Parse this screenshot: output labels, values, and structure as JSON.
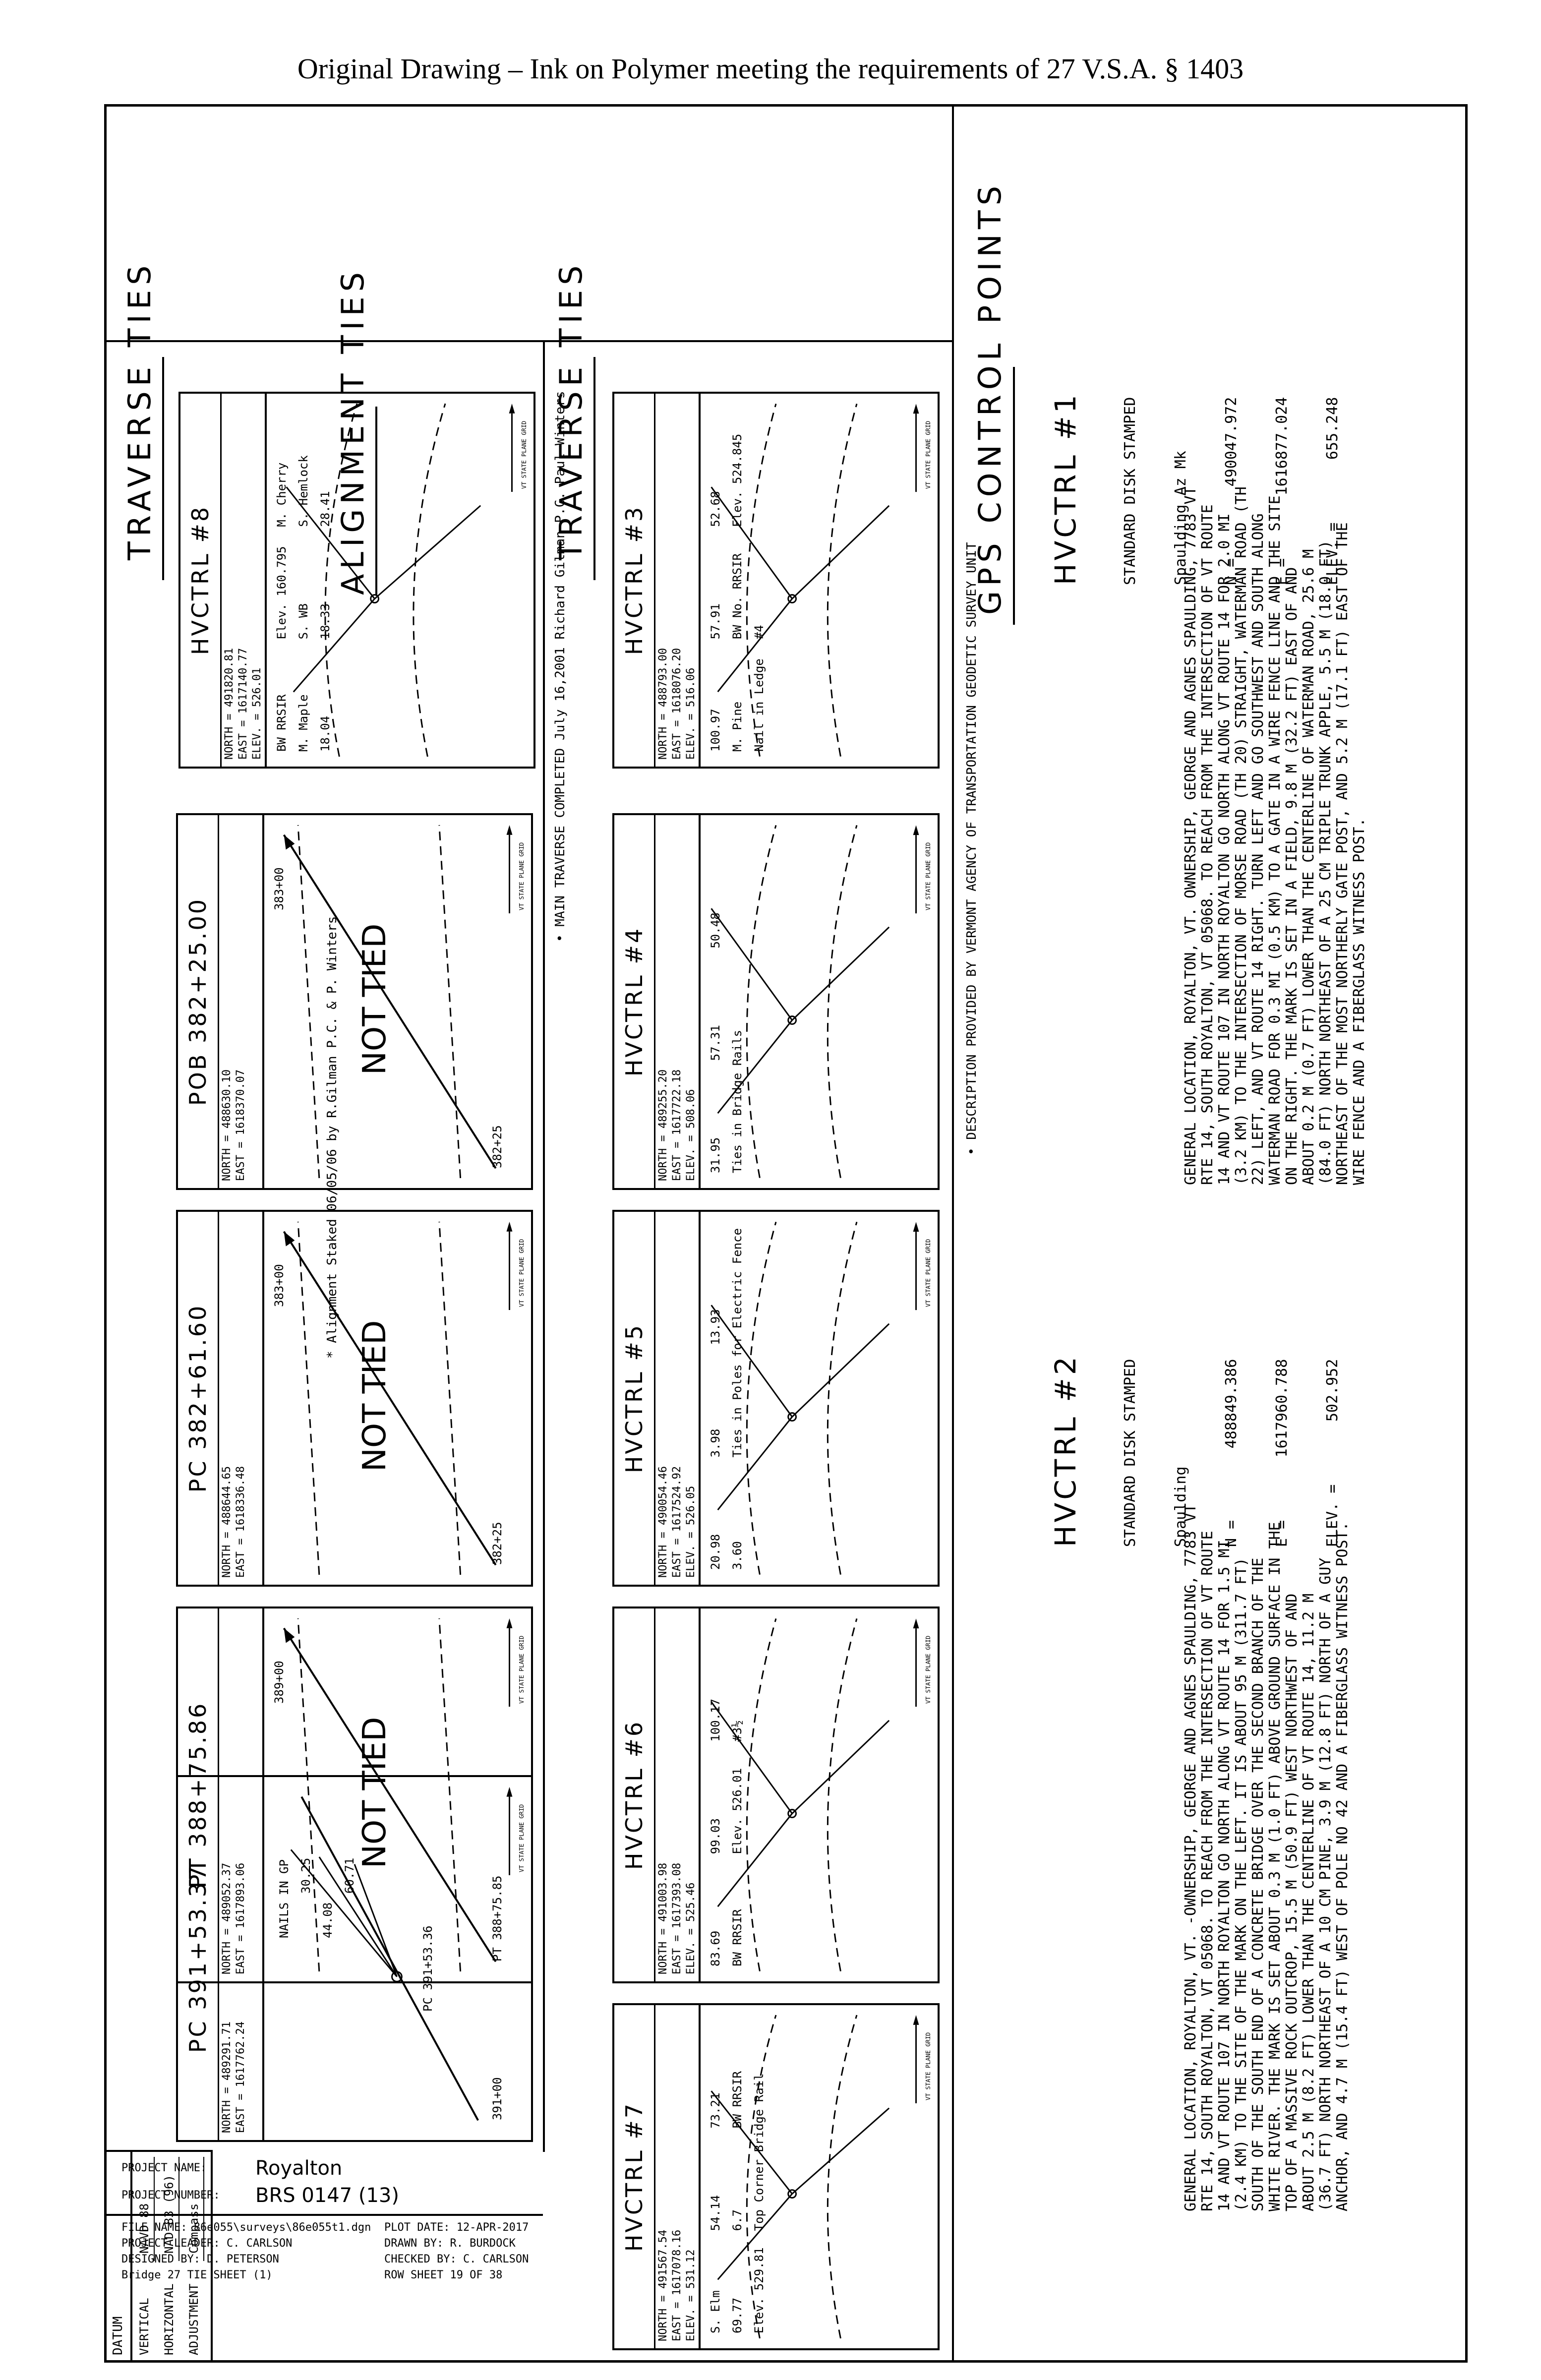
{
  "header": {
    "note": "Original Drawing – Ink on Polymer meeting the requirements of 27 V.S.A. § 1403"
  },
  "datum": {
    "title": "DATUM",
    "rows": [
      {
        "label": "VERTICAL",
        "value": "NAVD 88"
      },
      {
        "label": "HORIZONTAL",
        "value": "NAD 83 (96)"
      },
      {
        "label": "ADJUSTMENT",
        "value": "Compass"
      }
    ]
  },
  "sections": {
    "traverse_left": "TRAVERSE TIES",
    "traverse_mid": "TRAVERSE TIES",
    "alignment": "ALIGNMENT TIES",
    "gps": "GPS CONTROL POINTS"
  },
  "notes": {
    "traverse": "• MAIN TRAVERSE COMPLETED  July 16,2001  Richard Gilman P.C. Paul Winters",
    "alignment": "* Alignment Staked 06/05/06 by R.Gilman P.C. & P. Winters",
    "gps": "• DESCRIPTION PROVIDED BY VERMONT AGENCY OF TRANSPORTATION GEODETIC SURVEY UNIT"
  },
  "grid_label": "VT STATE PLANE GRID",
  "not_tied": "NOT TIED",
  "traverse_ties": [
    {
      "title": "HVCTRL #8",
      "rows": [
        "NORTH = 491820.81",
        "EAST = 1617140.77",
        "ELEV. = 526.01"
      ],
      "labels": [
        "BW RRSIR",
        "Elev. 160.795",
        "M. Cherry",
        "M. Maple",
        "S. WB",
        "S. Hemlock",
        "18.04",
        "18.33",
        "28.41"
      ]
    },
    {
      "title": "HVCTRL #3",
      "rows": [
        "NORTH = 488793.00",
        "EAST = 1618076.20",
        "ELEV. = 516.06"
      ],
      "labels": [
        "100.97",
        "57.91",
        "52.68",
        "M. Pine",
        "BW No. RRSIR",
        "Elev. 524.845",
        "Nail in Ledge",
        "#4"
      ]
    },
    {
      "title": "HVCTRL #4",
      "rows": [
        "NORTH = 489255.20",
        "EAST = 1617722.18",
        "ELEV. = 508.06"
      ],
      "labels": [
        "31.95",
        "57.31",
        "50.48",
        "Ties in Bridge Rails"
      ]
    },
    {
      "title": "HVCTRL #5",
      "rows": [
        "NORTH = 490054.46",
        "EAST = 1617524.92",
        "ELEV. = 526.05"
      ],
      "labels": [
        "20.98",
        "3.98",
        "13.93",
        "3.60",
        "Ties in Poles for Electric Fence"
      ]
    },
    {
      "title": "HVCTRL #6",
      "rows": [
        "NORTH = 491003.98",
        "EAST = 1617393.08",
        "ELEV. = 525.46"
      ],
      "labels": [
        "83.69",
        "99.03",
        "100.17",
        "BW RRSIR",
        "Elev. 526.01",
        "#3½"
      ]
    },
    {
      "title": "HVCTRL #7",
      "rows": [
        "NORTH = 491567.54",
        "EAST = 1617078.16",
        "ELEV. = 531.12"
      ],
      "labels": [
        "S. Elm",
        "54.14",
        "73.21",
        "69.77",
        "6.7",
        "BW RRSIR",
        "Elev. 529.81",
        "Top Corner Bridge Rail"
      ]
    }
  ],
  "alignment_ties": [
    {
      "title": "POB 382+25.00",
      "rows": [
        "NORTH = 488630.10",
        "EAST = 1618370.07"
      ],
      "stations": [
        "383+00",
        "382+25"
      ]
    },
    {
      "title": "PC 382+61.60",
      "rows": [
        "NORTH = 488644.65",
        "EAST = 1618336.48"
      ],
      "stations": [
        "383+00",
        "382+25"
      ]
    },
    {
      "title": "PT 388+75.86",
      "rows": [
        "NORTH = 489052.37",
        "EAST = 1617893.06"
      ],
      "stations": [
        "389+00",
        "PT 388+75.85"
      ]
    },
    {
      "title": "PC 391+53.37",
      "rows": [
        "NORTH = 489291.71",
        "EAST = 1617762.24"
      ],
      "stations": [
        "PC 391+53.36",
        "391+00"
      ],
      "labels": [
        "NAILS IN GP",
        "30.25",
        "44.08",
        "60.71"
      ]
    }
  ],
  "gps_points": [
    {
      "title": "HVCTRL #1",
      "lines": [
        "STANDARD DISK STAMPED",
        "Spaulding Az Mk",
        "N =        490047.972",
        "E =       1616877.024",
        "ELEV. =       655.248"
      ],
      "description": [
        "GENERAL LOCATION, ROYALTON, VT. OWNERSHIP, GEORGE AND AGNES SPAULDING, 7783 VT",
        "RTE 14, SOUTH ROYALTON, VT 05068. TO REACH FROM THE INTERSECTION OF VT ROUTE",
        "14 AND VT ROUTE 107 IN NORTH ROYALTON GO NORTH ALONG VT ROUTE 14 FOR 2.0 MI",
        "(3.2 KM) TO THE INTERSECTION OF MORSE ROAD (TH 20) STRAIGHT, WATERMAN ROAD (TH",
        "22) LEFT, AND VT ROUTE 14 RIGHT. TURN LEFT AND GO SOUTHWEST AND SOUTH ALONG",
        "WATERMAN ROAD FOR 0.3 MI (0.5 KM) TO A GATE IN A WIRE FENCE LINE AND THE SITE",
        "ON THE RIGHT. THE MARK IS SET IN A FIELD, 9.8 M (32.2 FT) EAST OF AND",
        "ABOUT 0.2 M (0.7 FT) LOWER THAN THE CENTERLINE OF WATERMAN ROAD, 25.6 M",
        "(84.0 FT) NORTH NORTHEAST OF A 25 CM TRIPLE TRUNK APPLE, 5.5 M (18.0 FT)",
        "NORTHEAST OF THE MOST NORTHERLY GATE POST, AND 5.2 M (17.1 FT) EAST OF THE",
        "WIRE FENCE AND A FIBERGLASS WITNESS POST."
      ]
    },
    {
      "title": "HVCTRL #2",
      "lines": [
        "STANDARD DISK STAMPED",
        "Spaulding",
        "N =        488849.386",
        "E =       1617960.788",
        "ELEV. =       502.952"
      ],
      "description": [
        "GENERAL LOCATION, ROYALTON, VT. -OWNERSHIP, GEORGE AND AGNES SPAULDING, 7783 VT",
        "RTE 14, SOUTH ROYALTON, VT 05068. TO REACH FROM THE INTERSECTION OF VT ROUTE",
        "14 AND VT ROUTE 107 IN NORTH ROYALTON GO NORTH ALONG VT ROUTE 14 FOR 1.5 MI",
        "(2.4 KM) TO THE SITE OF THE MARK ON THE LEFT. IT IS ABOUT 95 M (311.7 FT)",
        "SOUTH OF THE SOUTH END OF A CONCRETE BRIDGE OVER THE SECOND BRANCH OF THE",
        "WHITE RIVER. THE MARK IS SET ABOUT 0.3 M (1.0 FT) ABOVE GROUND SURFACE IN THE",
        "TOP OF A MASSIVE ROCK OUTCROP, 15.5 M (50.9 FT) WEST NORTHWEST OF AND",
        "ABOUT 2.5 M (8.2 FT) LOWER THAN THE CENTERLINE OF VT ROUTE 14, 11.2 M",
        "(36.7 FT) NORTH NORTHEAST OF A 10 CM PINE, 3.9 M (12.8 FT) NORTH OF A GUY",
        "ANCHOR, AND 4.7 M (15.4 FT) WEST OF POLE NO 42 AND A FIBERGLASS WITNESS POST."
      ]
    }
  ],
  "title_block": {
    "project_name_label": "PROJECT NAME:",
    "project_name": "Royalton",
    "project_number_label": "PROJECT NUMBER:",
    "project_number": "BRS 0147 (13)",
    "rows": [
      {
        "left": "FILE NAME: 86e055\\surveys\\86e055t1.dgn",
        "right": "PLOT DATE: 12-APR-2017"
      },
      {
        "left": "PROJECT LEADER: C. CARLSON",
        "right": "DRAWN BY: R. BURDOCK"
      },
      {
        "left": "DESIGNED BY: D. PETERSON",
        "right": "CHECKED BY: C. CARLSON"
      },
      {
        "left": "Bridge 27     TIE SHEET (1)",
        "right": "ROW SHEET 19    OF 38"
      }
    ]
  }
}
